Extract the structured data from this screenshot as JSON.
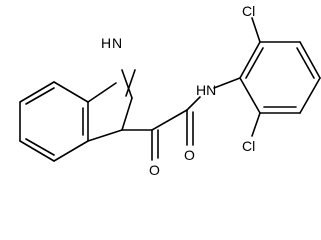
{
  "structure": {
    "atoms": {
      "indole_nh": "H",
      "indole_n": "N",
      "amide_nh": "HN",
      "ketone_o": "O",
      "amide_o": "O",
      "cl_top": "Cl",
      "cl_bottom": "Cl"
    }
  }
}
